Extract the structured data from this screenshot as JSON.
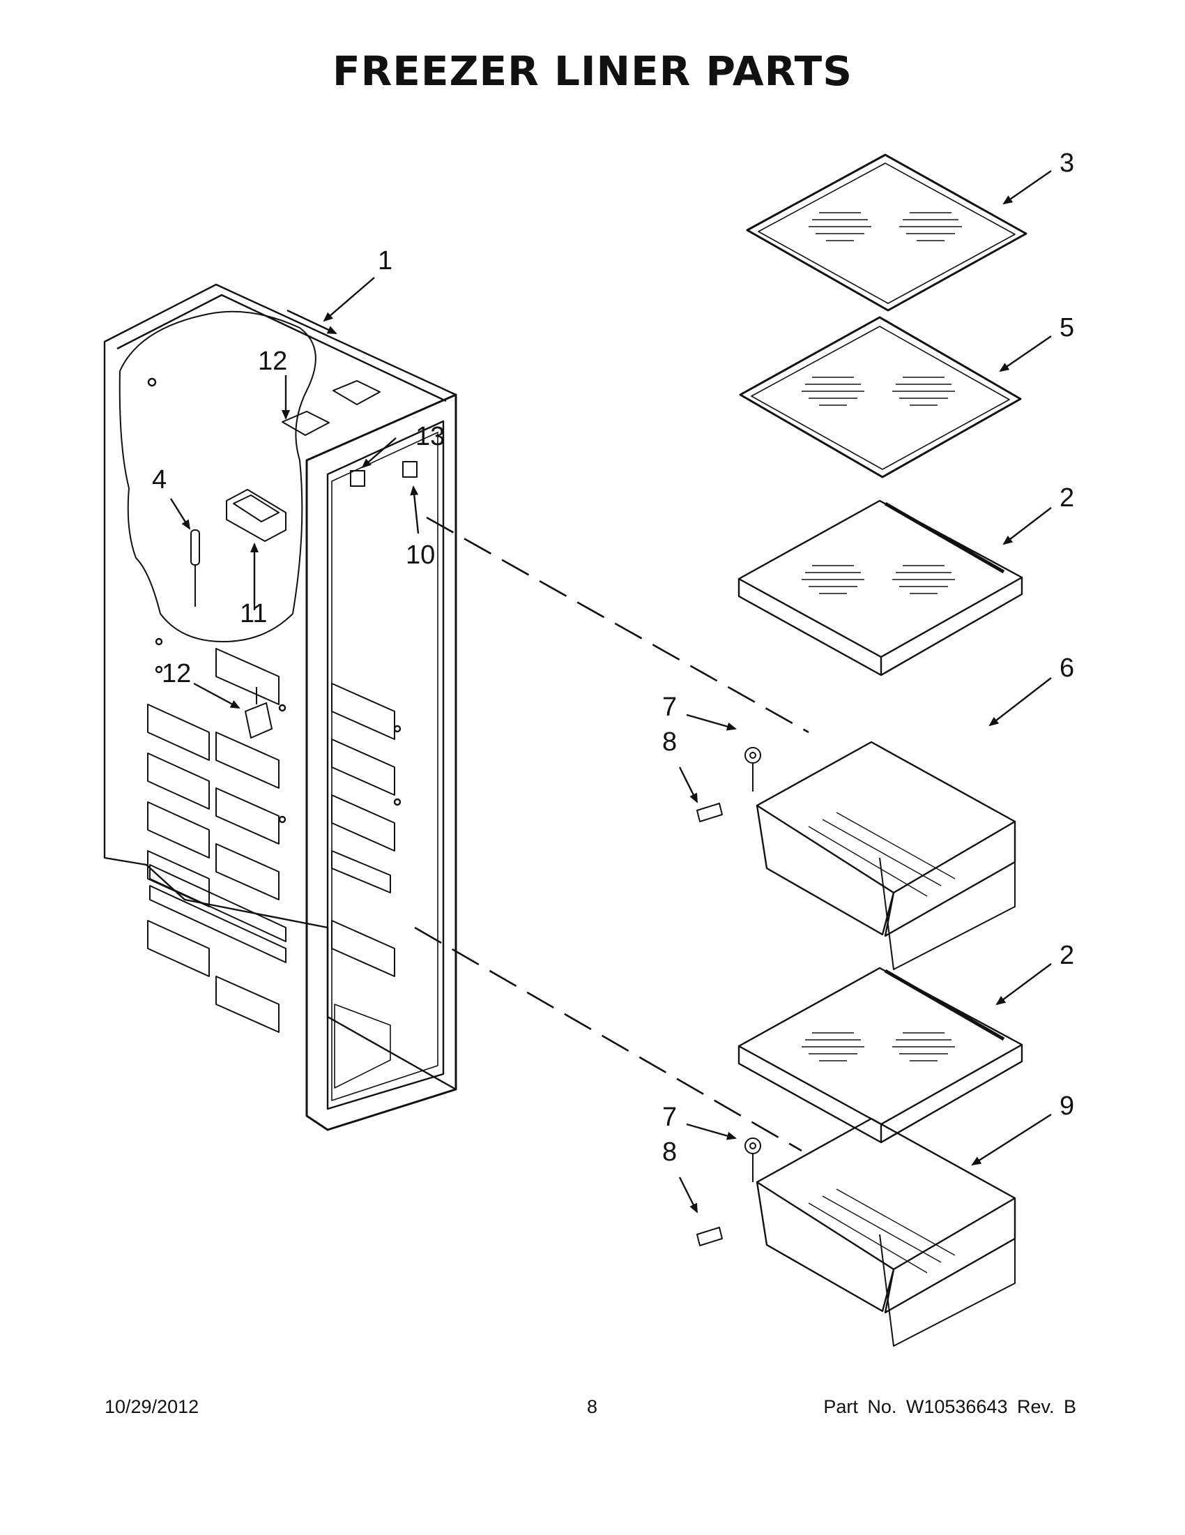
{
  "page": {
    "title": "FREEZER LINER PARTS"
  },
  "callouts": [
    "1",
    "2",
    "2",
    "3",
    "4",
    "5",
    "6",
    "7",
    "7",
    "8",
    "8",
    "9",
    "10",
    "11",
    "12",
    "12",
    "13"
  ],
  "footer": {
    "date": "10/29/2012",
    "page_number": "8",
    "part_number": "Part No.  W10536643  Rev.  B"
  }
}
